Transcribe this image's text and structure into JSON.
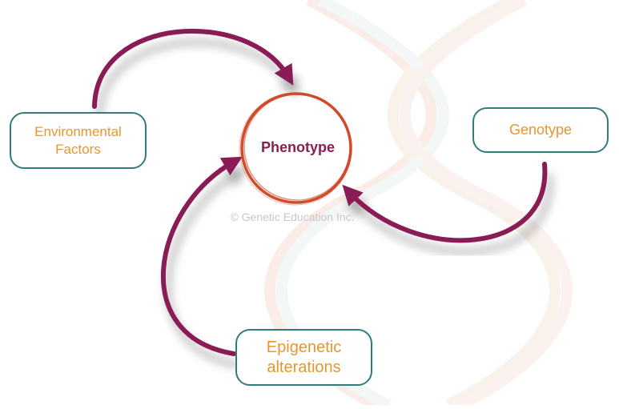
{
  "diagram": {
    "center": {
      "label": "Phenotype"
    },
    "nodes": [
      {
        "id": "env",
        "label": "Environmental\nFactors"
      },
      {
        "id": "geno",
        "label": "Genotype"
      },
      {
        "id": "epi",
        "label": "Epigenetic\nalterations"
      }
    ],
    "edges": [
      {
        "from": "Environmental Factors",
        "to": "Phenotype"
      },
      {
        "from": "Genotype",
        "to": "Phenotype"
      },
      {
        "from": "Epigenetic alterations",
        "to": "Phenotype"
      }
    ],
    "watermark": "© Genetic Education Inc."
  },
  "colors": {
    "arrow": "#8a1e55",
    "phenotype_ring": "#d24a2c",
    "phenotype_text": "#8a1e55",
    "box_border": "#2f7d7a",
    "box_text": "#e9962f",
    "background_dna": "#f3e7df"
  }
}
